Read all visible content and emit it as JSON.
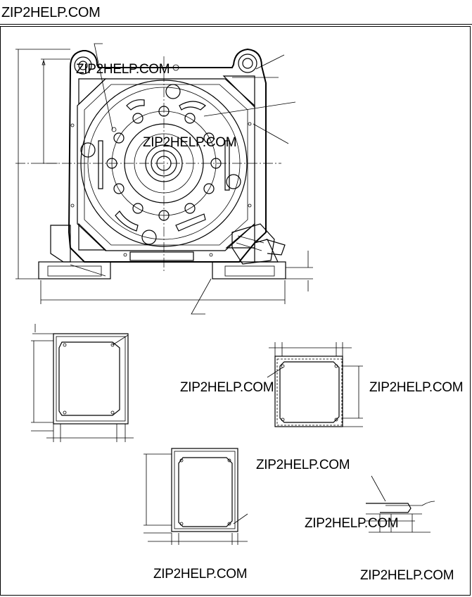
{
  "header": {
    "site_label": "ZIP2HELP.COM"
  },
  "watermarks": [
    "ZIP2HELP.COM",
    "ZIP2HELP.COM",
    "ZIP2HELP.COM",
    "ZIP2HELP.COM",
    "ZIP2HELP.COM",
    "ZIP2HELP.COM",
    "ZIP2HELP.COM",
    "ZIP2HELP.COM"
  ]
}
